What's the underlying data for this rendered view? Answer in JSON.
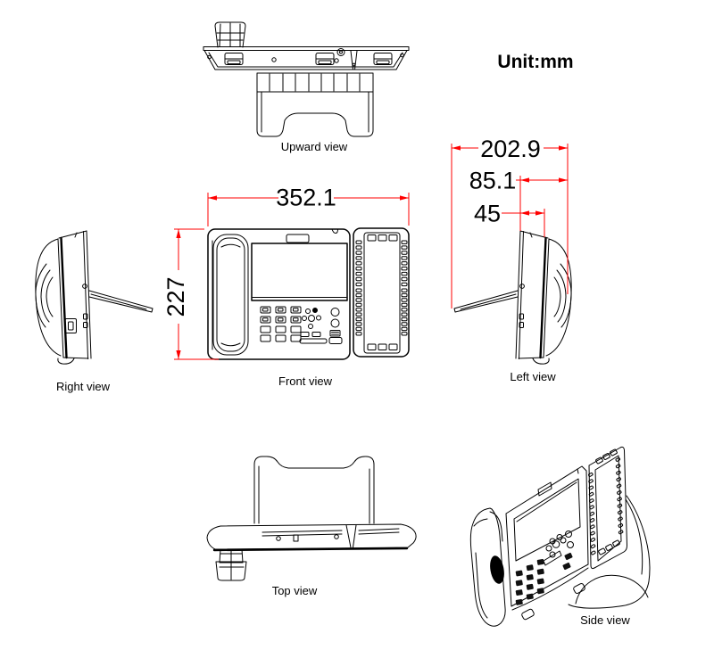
{
  "unit_label": "Unit:mm",
  "colors": {
    "background": "#ffffff",
    "line_art": "#000000",
    "dimension": "#ff0000"
  },
  "views": {
    "upward": {
      "label": "Upward view"
    },
    "right": {
      "label": "Right view"
    },
    "front": {
      "label": "Front view",
      "dims": {
        "width_mm": "352.1",
        "height_mm": "227"
      }
    },
    "left": {
      "label": "Left view",
      "dims": {
        "overall_depth_mm": "202.9",
        "body_depth_mm": "85.1",
        "top_depth_mm": "45"
      }
    },
    "top": {
      "label": "Top view"
    },
    "side": {
      "label": "Side view"
    }
  }
}
